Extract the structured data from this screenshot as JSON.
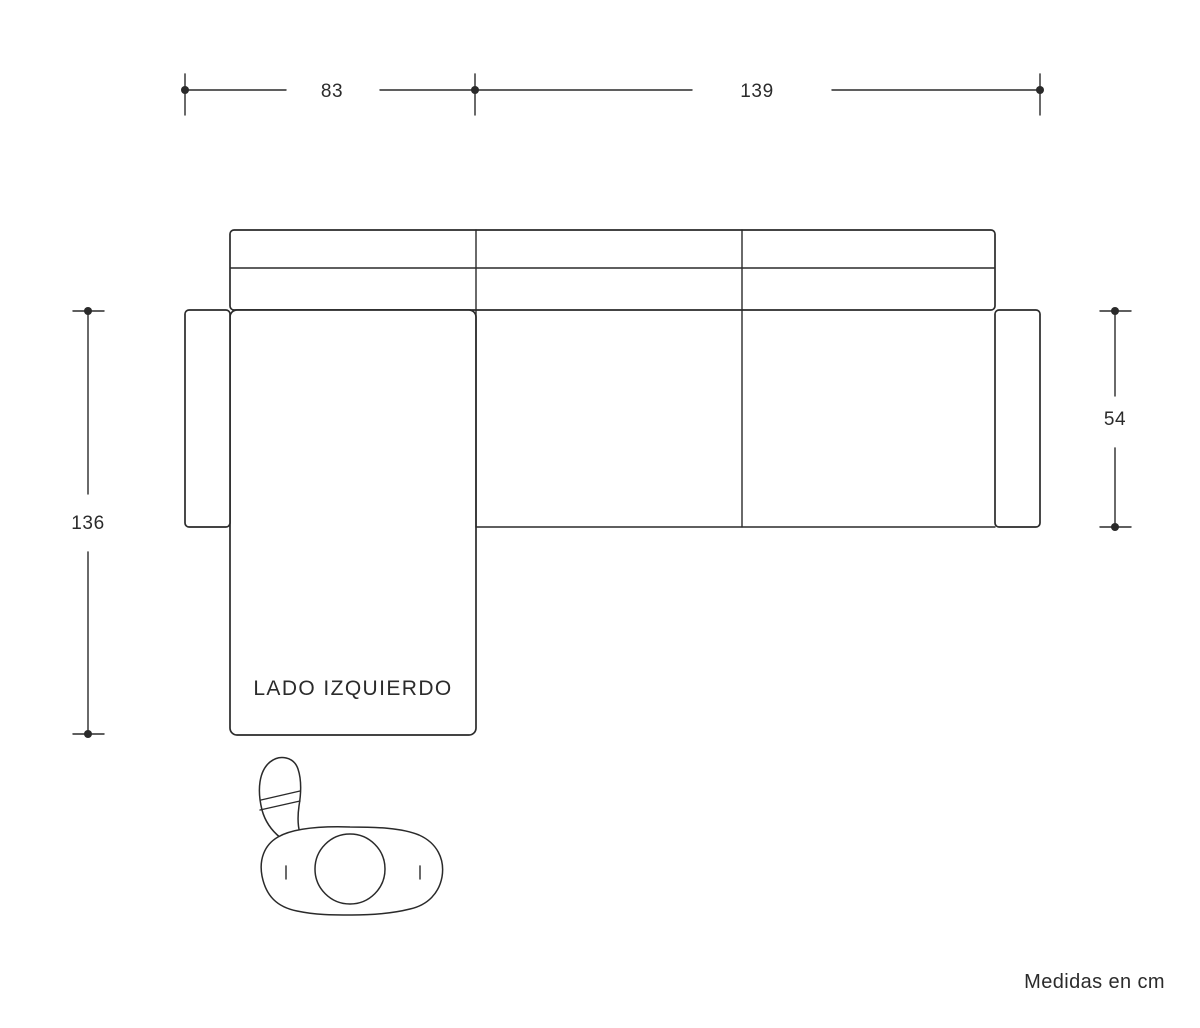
{
  "diagram": {
    "orientation_label": "LADO IZQUIERDO",
    "footer_note": "Medidas en cm",
    "dimensions": {
      "top_left_width": "83",
      "top_right_width": "139",
      "left_depth": "136",
      "right_depth": "54"
    },
    "colors": {
      "line": "#2a2a2a",
      "text": "#2b2b2b",
      "background": "#ffffff"
    }
  }
}
